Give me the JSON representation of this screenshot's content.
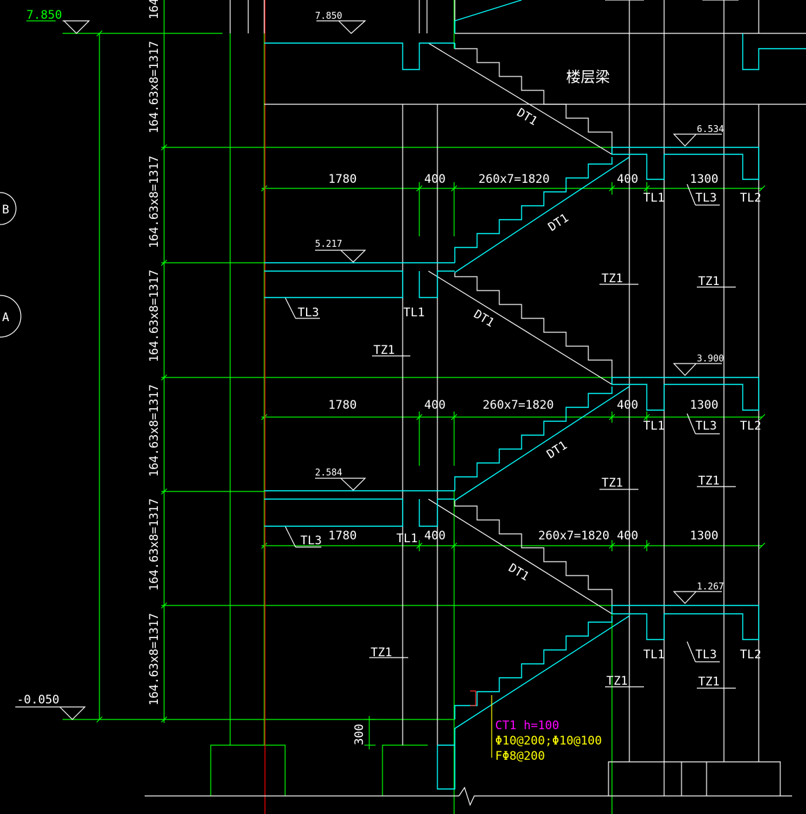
{
  "elevations": {
    "top_left": "7.850",
    "top": "7.850",
    "l6534": "6.534",
    "l5217": "5.217",
    "l3900": "3.900",
    "l2584": "2.584",
    "l1267": "1.267",
    "bottom": "-0.050"
  },
  "axis_bubbles": {
    "b": "B",
    "a": "A"
  },
  "height_dims": {
    "partial": "164",
    "flight_1": "164.63x8=1317",
    "flight_2": "164.63x8=1317",
    "flight_3": "164.63x8=1317",
    "flight_4": "164.63x8=1317",
    "flight_5": "164.63x8=1317",
    "flight_6": "164.63x8=1317"
  },
  "horizontal_dims": {
    "row1": {
      "landing": "1780",
      "beam": "400",
      "steps": "260x7=1820",
      "beam2": "400",
      "right": "1300"
    },
    "row2": {
      "landing": "1780",
      "beam": "400",
      "steps": "260x7=1820",
      "beam2": "400",
      "right": "1300"
    },
    "row3": {
      "landing": "1780",
      "beam": "400",
      "steps": "260x7=1820",
      "beam2": "400",
      "right": "1300"
    }
  },
  "foundation_dim": "300",
  "floor_beam_label": "楼层梁",
  "labels": {
    "dt1": "DT1",
    "tl1": "TL1",
    "tl2": "TL2",
    "tl3": "TL3",
    "tz1": "TZ1"
  },
  "ct1_note": {
    "line1": "CT1  h=100",
    "line2": "Φ10@200;Φ10@100",
    "line3": "FΦ8@200"
  },
  "colors": {
    "background": "#000000",
    "dimension": "#00ff00",
    "structure": "#00ffff",
    "text": "#ffffff",
    "axis": "#ff0000",
    "note_magenta": "#ff00ff",
    "note_yellow": "#ffff00"
  }
}
